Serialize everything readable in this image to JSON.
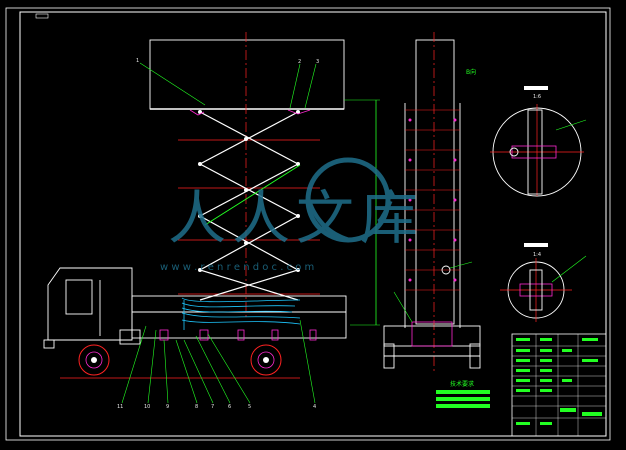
{
  "drawing": {
    "view_label_a": "B向",
    "detail_label_1": "1:6",
    "detail_label_2": "1:4",
    "note_title": "技术要求"
  },
  "watermark": {
    "logo_text": "人人文库",
    "url_text": "w w w . r e n r e n d o c . c o m"
  },
  "callouts_top": [
    "1",
    "2",
    "3"
  ],
  "callouts_bottom": [
    "11",
    "10",
    "9",
    "8",
    "7",
    "6",
    "5",
    "4"
  ],
  "colors": {
    "background": "#000000",
    "frame": "#ffffff",
    "centerline": "#ff2222",
    "leader": "#22ff22",
    "hydraulic": "#1ec8ff",
    "accent": "#ff2ad2",
    "watermark": "#1f6f8b"
  }
}
